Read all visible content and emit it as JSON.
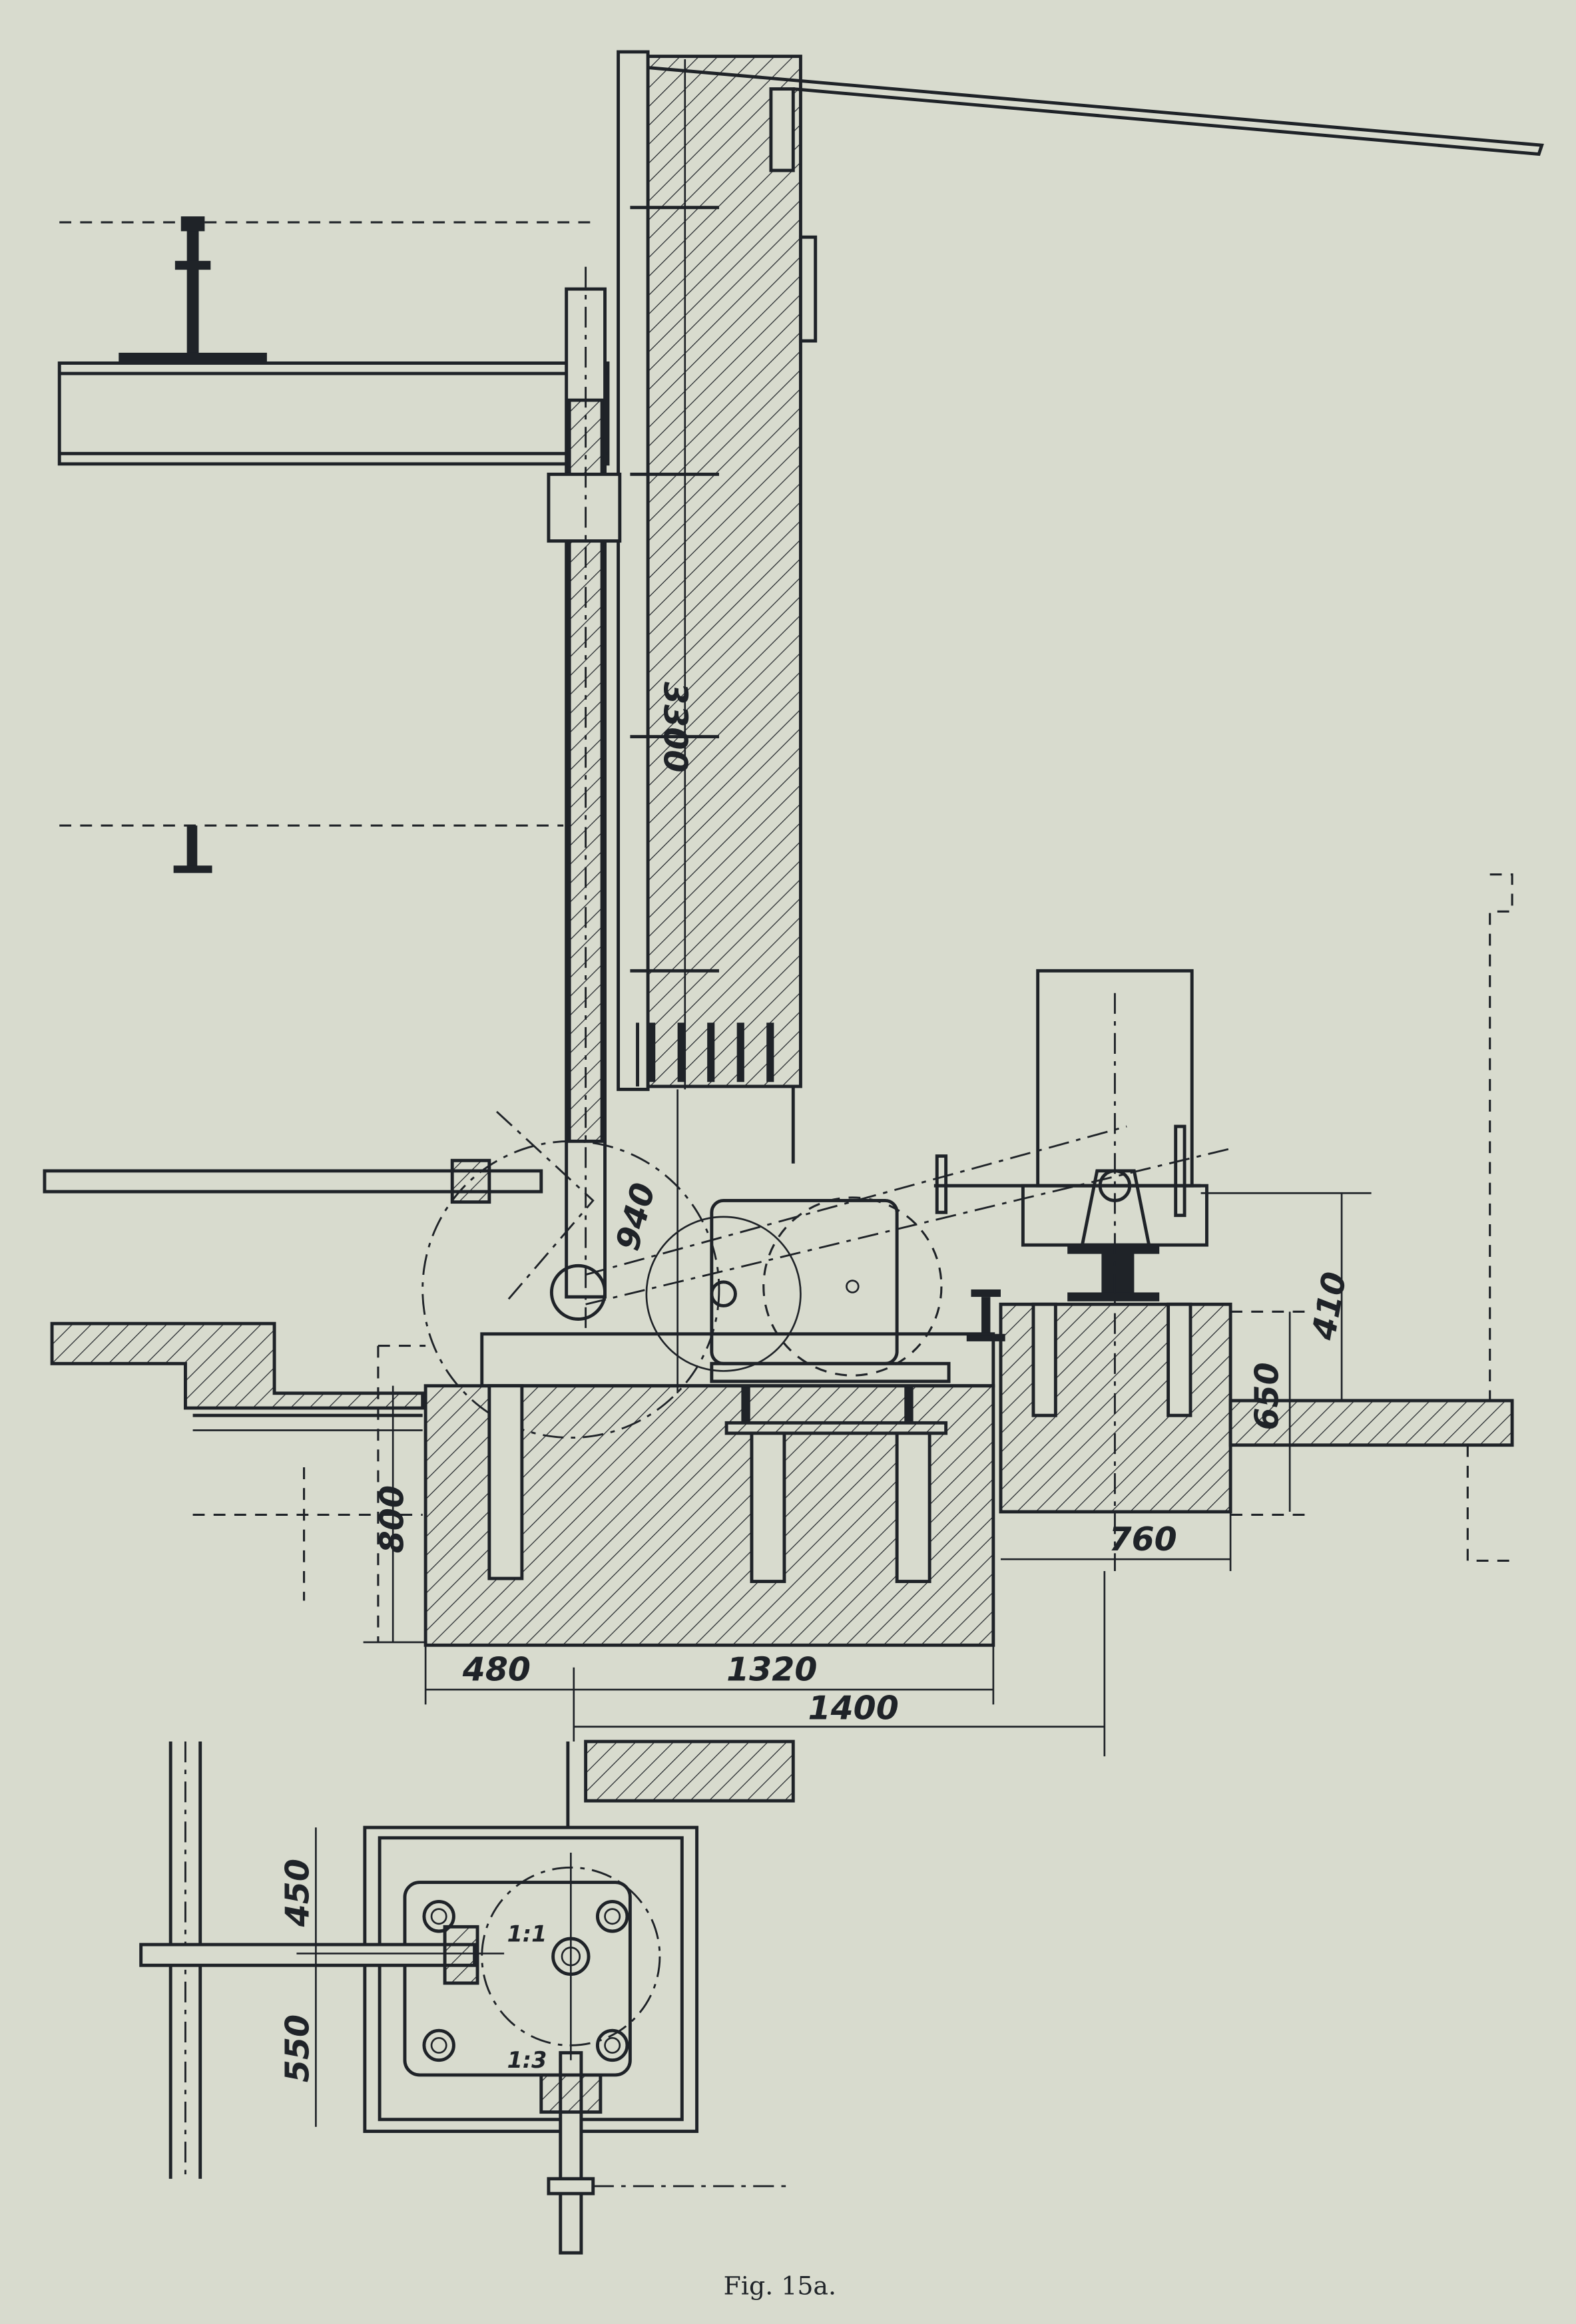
{
  "figure": {
    "caption": "Fig. 15a.",
    "dimensions": {
      "height_pillar": "3300",
      "gear_height": "940",
      "motor_height": "410",
      "motor_foundation_depth": "650",
      "foundation_depth": "800",
      "motor_foundation_width": "760",
      "offset_left": "480",
      "foundation_width": "1320",
      "offset_motor": "1400",
      "plan_upper": "450",
      "plan_lower": "550"
    },
    "ratios": {
      "upper": "1:1",
      "lower": "1:3"
    },
    "colors": {
      "paper": "#d8dbce",
      "ink": "#1f2328"
    }
  }
}
